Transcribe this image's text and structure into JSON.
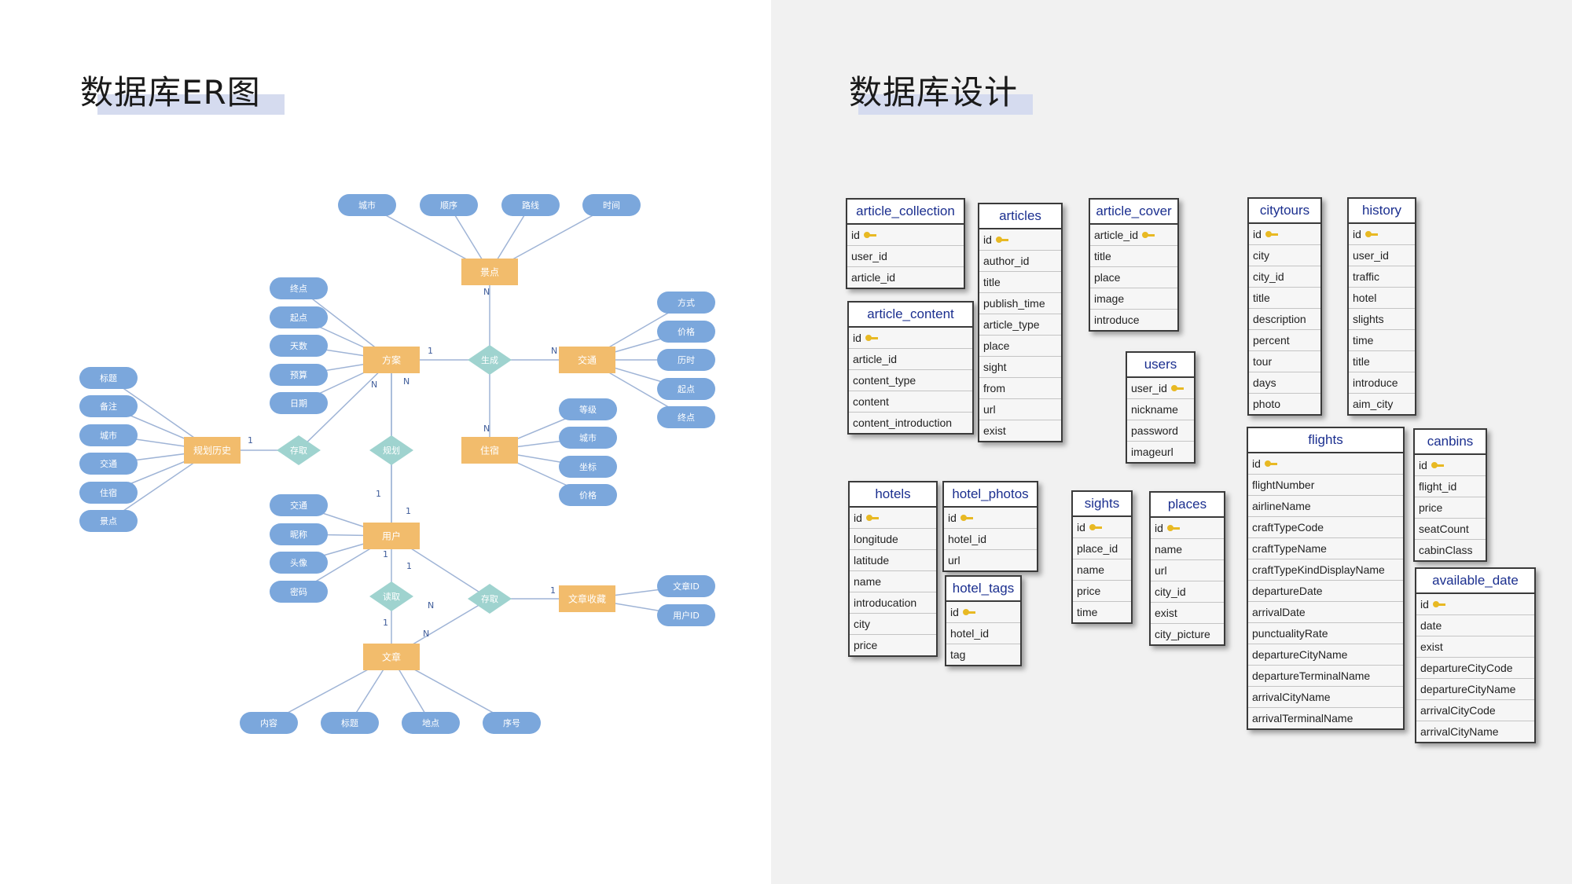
{
  "left_heading": "数据库ER图",
  "right_heading": "数据库设计",
  "er_diagram": {
    "entities": [
      "景点",
      "方案",
      "交通",
      "住宿",
      "规划历史",
      "用户",
      "文章",
      "文章收藏"
    ],
    "relationships": [
      "生成",
      "存取",
      "规划",
      "读取",
      "存取"
    ],
    "attributes": {
      "景点": [
        "城市",
        "顺序",
        "路线",
        "时间"
      ],
      "方案": [
        "终点",
        "起点",
        "天数",
        "预算",
        "日期"
      ],
      "交通": [
        "方式",
        "价格",
        "历时",
        "起点",
        "终点"
      ],
      "住宿": [
        "等级",
        "城市",
        "坐标",
        "价格"
      ],
      "规划历史": [
        "标题",
        "备注",
        "城市",
        "交通",
        "住宿",
        "景点"
      ],
      "用户": [
        "交通",
        "昵称",
        "头像",
        "密码"
      ],
      "文章收藏": [
        "文章ID",
        "用户ID"
      ],
      "文章": [
        "内容",
        "标题",
        "地点",
        "序号"
      ]
    },
    "cardinalities": [
      "N",
      "1",
      "N",
      "N",
      "1",
      "N",
      "N",
      "1",
      "1",
      "1",
      "1",
      "1",
      "N",
      "1",
      "N"
    ]
  },
  "tables": [
    {
      "name": "article_collection",
      "fields": [
        "id",
        "user_id",
        "article_id"
      ]
    },
    {
      "name": "article_content",
      "fields": [
        "id",
        "article_id",
        "content_type",
        "content",
        "content_introduction"
      ]
    },
    {
      "name": "articles",
      "fields": [
        "id",
        "author_id",
        "title",
        "publish_time",
        "article_type",
        "place",
        "sight",
        "from",
        "url",
        "exist"
      ]
    },
    {
      "name": "article_cover",
      "fields": [
        "article_id",
        "title",
        "place",
        "image",
        "introduce"
      ]
    },
    {
      "name": "users",
      "fields": [
        "user_id",
        "nickname",
        "password",
        "imageurl"
      ]
    },
    {
      "name": "citytours",
      "fields": [
        "id",
        "city",
        "city_id",
        "title",
        "description",
        "percent",
        "tour",
        "days",
        "photo"
      ]
    },
    {
      "name": "history",
      "fields": [
        "id",
        "user_id",
        "traffic",
        "hotel",
        "slights",
        "time",
        "title",
        "introduce",
        "aim_city"
      ]
    },
    {
      "name": "hotels",
      "fields": [
        "id",
        "longitude",
        "latitude",
        "name",
        "introducation",
        "city",
        "price"
      ]
    },
    {
      "name": "hotel_photos",
      "fields": [
        "id",
        "hotel_id",
        "url"
      ]
    },
    {
      "name": "hotel_tags",
      "fields": [
        "id",
        "hotel_id",
        "tag"
      ]
    },
    {
      "name": "sights",
      "fields": [
        "id",
        "place_id",
        "name",
        "price",
        "time"
      ]
    },
    {
      "name": "places",
      "fields": [
        "id",
        "name",
        "url",
        "city_id",
        "exist",
        "city_picture"
      ]
    },
    {
      "name": "flights",
      "fields": [
        "id",
        "flightNumber",
        "airlineName",
        "craftTypeCode",
        "craftTypeName",
        "craftTypeKindDisplayName",
        "departureDate",
        "arrivalDate",
        "punctualityRate",
        "departureCityName",
        "departureTerminalName",
        "arrivalCityName",
        "arrivalTerminalName"
      ]
    },
    {
      "name": "canbins",
      "fields": [
        "id",
        "flight_id",
        "price",
        "seatCount",
        "cabinClass"
      ]
    },
    {
      "name": "available_date",
      "fields": [
        "id",
        "date",
        "exist",
        "departureCityCode",
        "departureCityName",
        "arrivalCityCode",
        "arrivalCityName"
      ]
    }
  ],
  "colors": {
    "entity": "#f2bc6c",
    "attribute": "#7ba7dc",
    "relationship": "#9fd3cf",
    "line": "#9fb4d6",
    "table_title": "#1b2f8f",
    "key": "#e8b923"
  }
}
